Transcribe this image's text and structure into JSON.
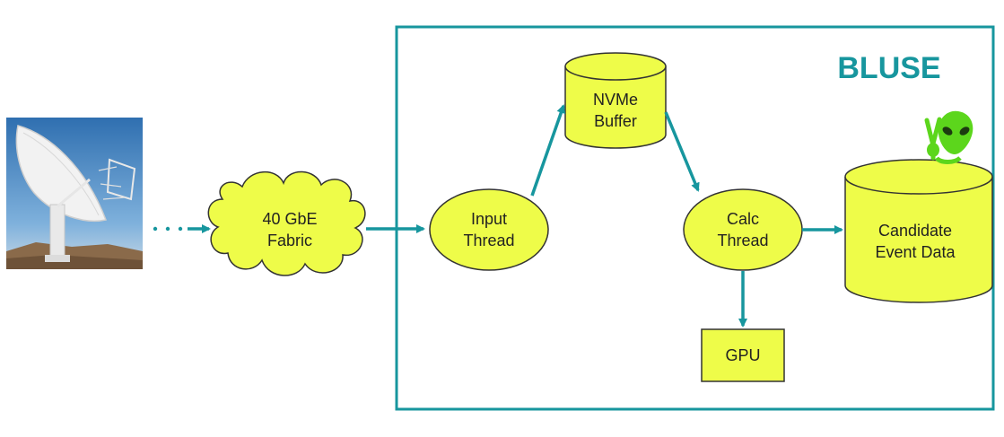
{
  "colors": {
    "teal": "#17969e",
    "node_fill": "#eefc49",
    "node_stroke": "#333333",
    "alien": "#5cd61c"
  },
  "diagram": {
    "system_title": "BLUSE",
    "fabric": {
      "line1": "40 GbE",
      "line2": "Fabric"
    },
    "input_thread": {
      "line1": "Input",
      "line2": "Thread"
    },
    "nvme_buffer": {
      "line1": "NVMe",
      "line2": "Buffer"
    },
    "calc_thread": {
      "line1": "Calc",
      "line2": "Thread"
    },
    "gpu": {
      "label": "GPU"
    },
    "candidate_store": {
      "line1": "Candidate",
      "line2": "Event Data"
    },
    "dish_icon": "radio-telescope-dish-icon",
    "alien_icon": "alien-peace-sign-icon"
  }
}
